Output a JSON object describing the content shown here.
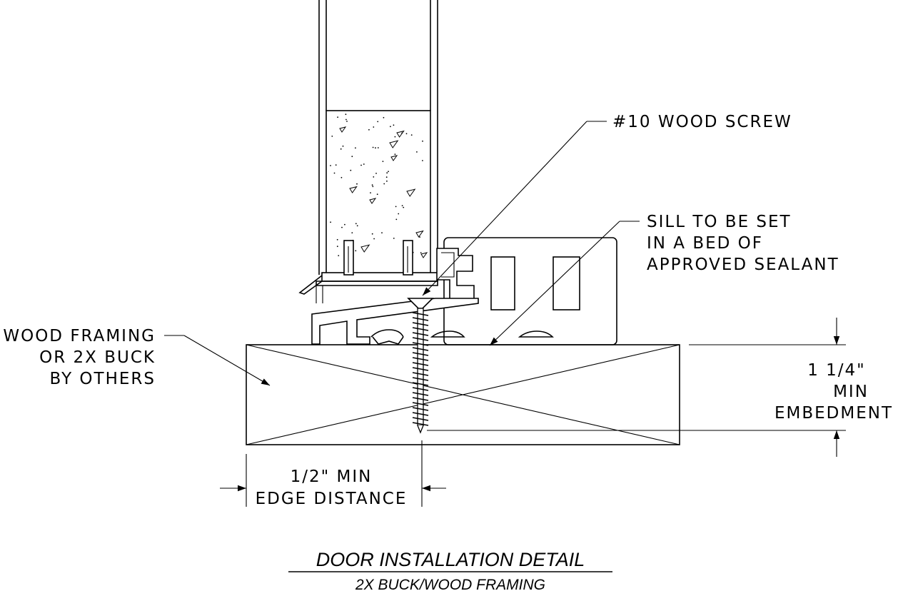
{
  "labels": {
    "screw": "#10 WOOD SCREW",
    "sill": [
      "SILL TO BE SET",
      "IN A BED OF",
      "APPROVED SEALANT"
    ],
    "framing": [
      "WOOD FRAMING",
      "OR 2X BUCK",
      "BY OTHERS"
    ],
    "embedment": [
      "1  1/4\"",
      "MIN",
      "EMBEDMENT"
    ],
    "edge": [
      "1/2\" MIN",
      "EDGE DISTANCE"
    ]
  },
  "title": {
    "main": "DOOR INSTALLATION DETAIL",
    "sub": "2X BUCK/WOOD FRAMING"
  }
}
